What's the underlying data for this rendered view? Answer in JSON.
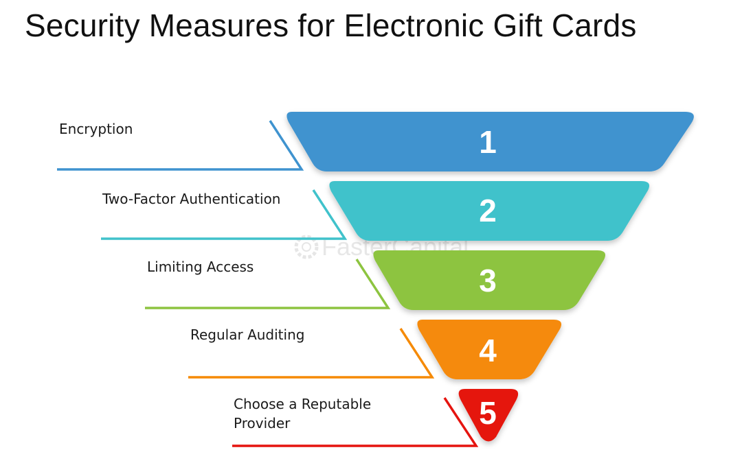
{
  "title": "Security Measures for Electronic Gift Cards",
  "watermark": {
    "text": "FasterCapital",
    "icon": "gear-icon",
    "color": "#d0d0d0"
  },
  "stages": [
    {
      "number": "1",
      "label_lines": [
        "Encryption"
      ],
      "color": "#3f93cf"
    },
    {
      "number": "2",
      "label_lines": [
        "Two-Factor Authentication"
      ],
      "color": "#40c2cb"
    },
    {
      "number": "3",
      "label_lines": [
        "Limiting Access"
      ],
      "color": "#8dc440"
    },
    {
      "number": "4",
      "label_lines": [
        "Regular Auditing"
      ],
      "color": "#f58a07"
    },
    {
      "number": "5",
      "label_lines": [
        "Choose a Reputable",
        "Provider"
      ],
      "color": "#e5140f"
    }
  ]
}
